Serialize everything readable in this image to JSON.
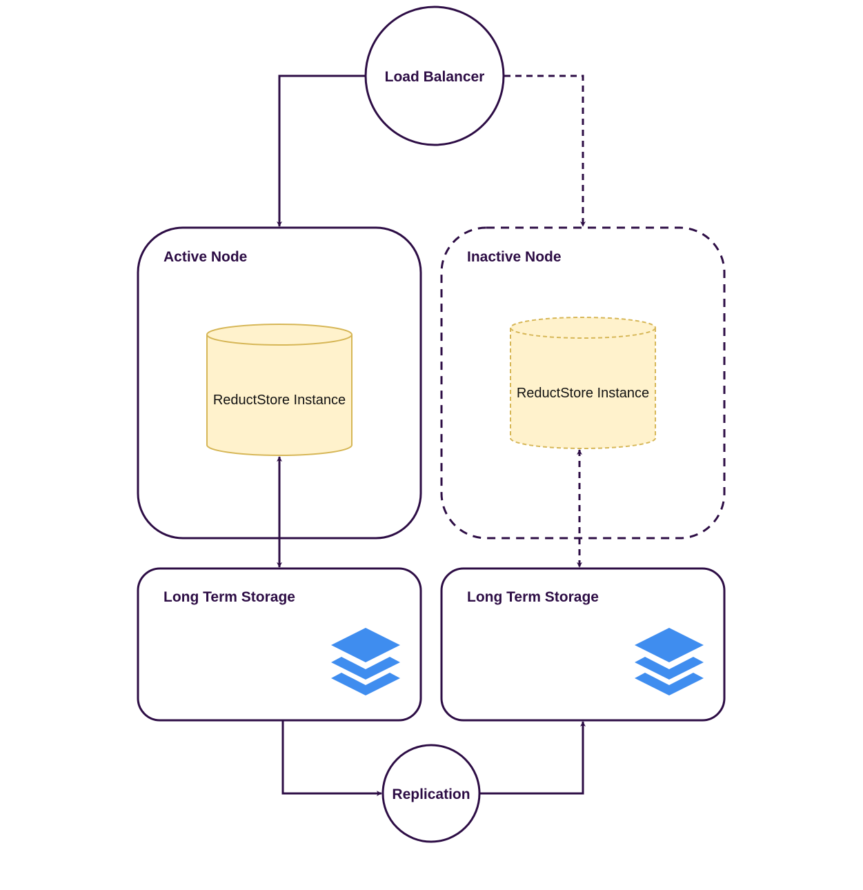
{
  "colors": {
    "stroke": "#2d0d45",
    "cylinder_fill": "#fff2cc",
    "cylinder_stroke": "#d6b656",
    "storage_icon": "#3f8def",
    "label": "#2d0d45"
  },
  "load_balancer": {
    "label": "Load Balancer"
  },
  "active_node": {
    "title": "Active Node",
    "instance_label": "ReductStore Instance",
    "border": "solid"
  },
  "inactive_node": {
    "title": "Inactive Node",
    "instance_label": "ReductStore Instance",
    "border": "dashed"
  },
  "storage_left": {
    "title": "Long Term Storage",
    "icon": "layers-icon"
  },
  "storage_right": {
    "title": "Long Term Storage",
    "icon": "layers-icon"
  },
  "replication": {
    "label": "Replication"
  }
}
